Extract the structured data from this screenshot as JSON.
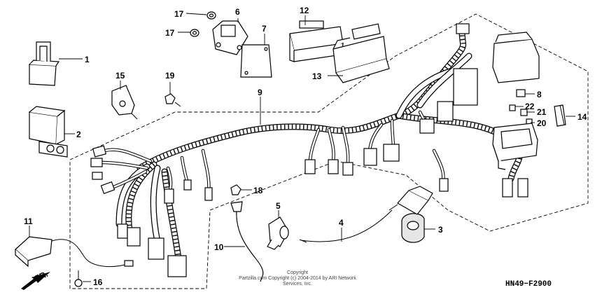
{
  "callouts": {
    "c1": "1",
    "c2": "2",
    "c3": "3",
    "c4": "4",
    "c5": "5",
    "c6": "6",
    "c7": "7",
    "c8": "8",
    "c9": "9",
    "c10": "10",
    "c11": "11",
    "c12": "12",
    "c13": "13",
    "c14": "14",
    "c15": "15",
    "c16": "16",
    "c17a": "17",
    "c17b": "17",
    "c18": "18",
    "c19": "19",
    "c20": "20",
    "c21": "21",
    "c22": "22"
  },
  "front_label": "FR.",
  "copyright_line1": "Copyright",
  "copyright_line2": "Partzilla.com Copyright (c) 2004-2014 by ARI Network Services, Inc.",
  "diagram_code": "HN49−F2900"
}
